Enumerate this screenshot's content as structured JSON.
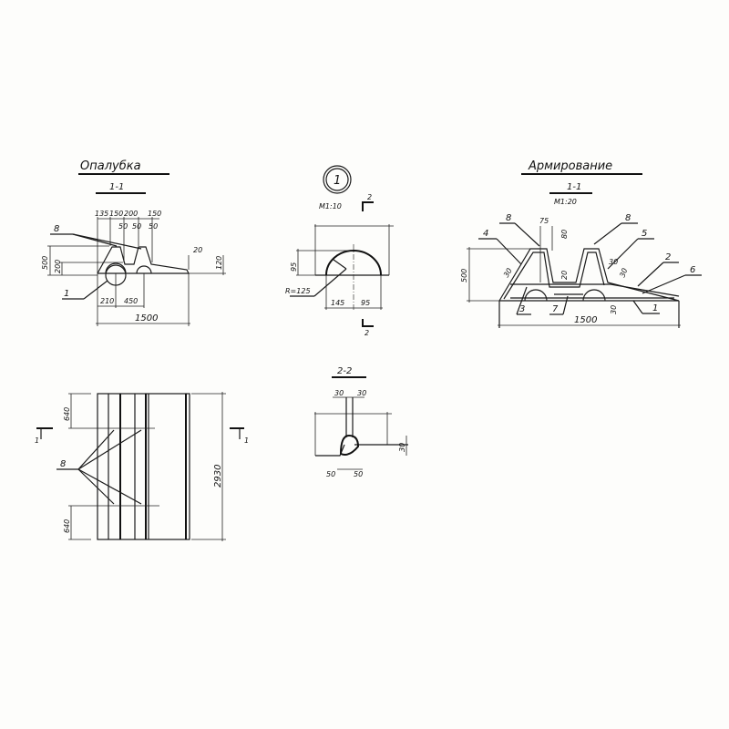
{
  "formwork": {
    "title": "Опалубка",
    "section": "1-1",
    "dims_top": [
      "135",
      "150",
      "200",
      "150"
    ],
    "dims_top2": [
      "50",
      "50",
      "50"
    ],
    "dim_height": "500",
    "dim_inner": "200",
    "dim_20": "20",
    "dim_120": "120",
    "dim_210": "210",
    "dim_450": "450",
    "dim_width": "1500",
    "callout_8": "8",
    "callout_1": "1"
  },
  "plan": {
    "dim_top": "640",
    "dim_bottom": "640",
    "dim_length": "2930",
    "callout_8": "8",
    "section_left": "1",
    "section_right": "1"
  },
  "detail1": {
    "number": "1",
    "scale": "М1:10",
    "section_mark": "2",
    "dim_95_v": "95",
    "radius": "R=125",
    "dim_145": "145",
    "dim_95": "95"
  },
  "section22": {
    "title": "2-2",
    "dim_30a": "30",
    "dim_30b": "30",
    "dim_50a": "50",
    "dim_50b": "50",
    "dim_30v": "30"
  },
  "reinforcement": {
    "title": "Армирование",
    "section": "1-1",
    "scale": "М1:20",
    "dim_75": "75",
    "dim_80": "80",
    "dim_height": "500",
    "dim_30a": "30",
    "dim_30b": "30",
    "dim_30c": "30",
    "dim_30d": "30",
    "dim_20": "20",
    "dim_width": "1500",
    "callouts": [
      "8",
      "4",
      "8",
      "5",
      "2",
      "6",
      "3",
      "7",
      "1"
    ]
  }
}
